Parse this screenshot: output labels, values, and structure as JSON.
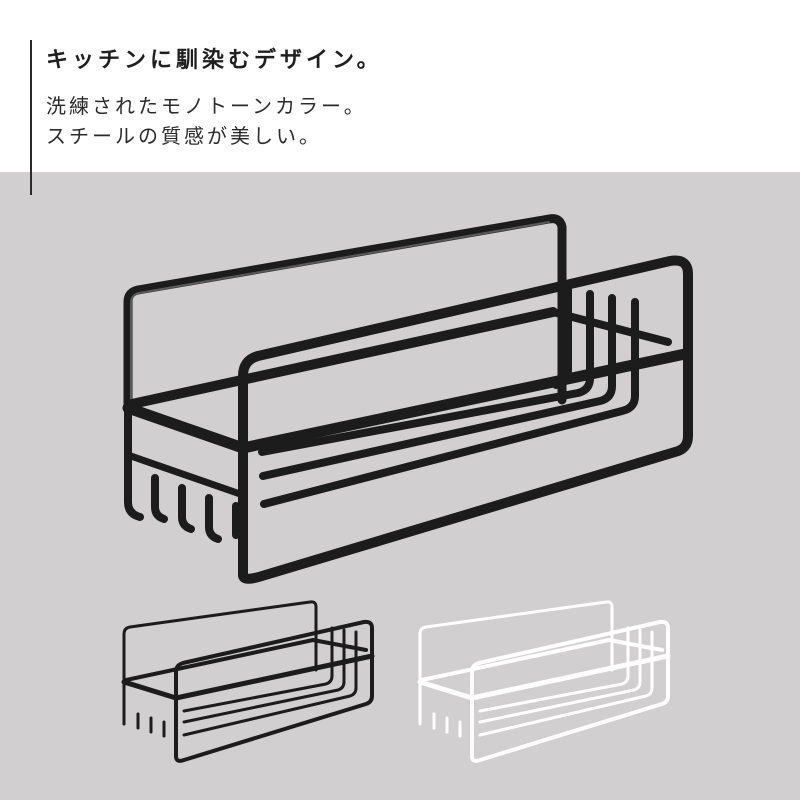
{
  "header": {
    "headline": "キッチンに馴染むデザイン。",
    "sub_lines": [
      "洗練されたモノトーンカラー。",
      "スチールの質感が美しい。"
    ]
  },
  "product": {
    "variants": [
      {
        "color_name": "black",
        "color": "#1c1c1c"
      },
      {
        "color_name": "white",
        "color": "#ffffff"
      }
    ]
  },
  "colors": {
    "background": "#d1cfd0",
    "accent_line": "#2b2b2b"
  }
}
